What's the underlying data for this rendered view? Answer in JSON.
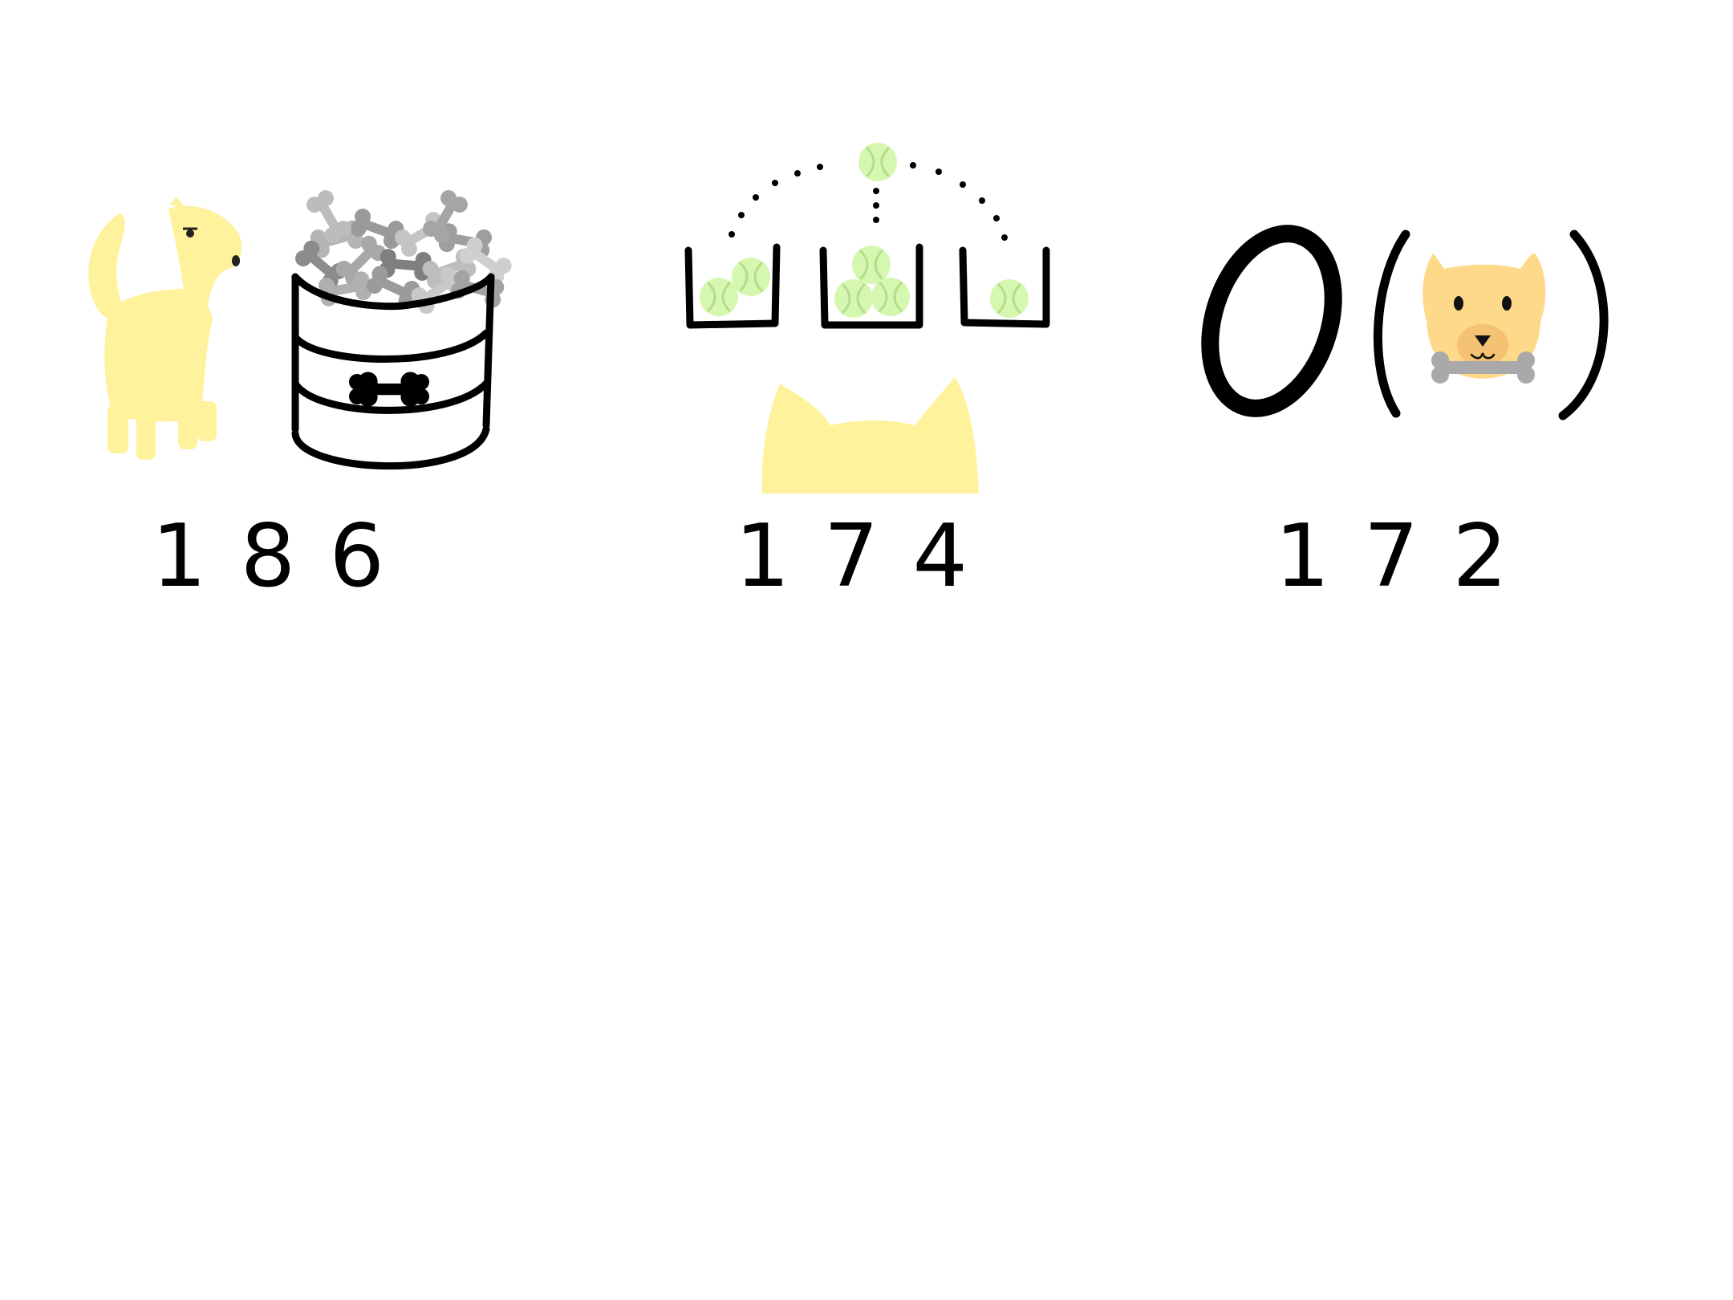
{
  "colors": {
    "background": "#ffffff",
    "ink": "#000000",
    "dog_yellow": "#fff29c",
    "dog_orange": "#ffd98a",
    "bone_gray": "#a9a9a9",
    "bone_dark": "#8a8a8a",
    "bone_light": "#c8c8c8",
    "tennis_green": "#d6f7b0"
  },
  "panels": [
    {
      "illustration": "dog-and-bone-bucket",
      "icons": [
        "dog-icon",
        "bucket-of-bones-icon"
      ],
      "number": "186"
    },
    {
      "illustration": "tennis-balls-in-three-bins-with-dog-ears",
      "icons": [
        "tennis-ball-icon",
        "bin-icon",
        "dog-ears-icon"
      ],
      "number": "174"
    },
    {
      "illustration": "big-o-of-dog-face",
      "icons": [
        "letter-o-icon",
        "parenthesis-icon",
        "dog-face-with-bone-icon"
      ],
      "number": "172"
    }
  ]
}
